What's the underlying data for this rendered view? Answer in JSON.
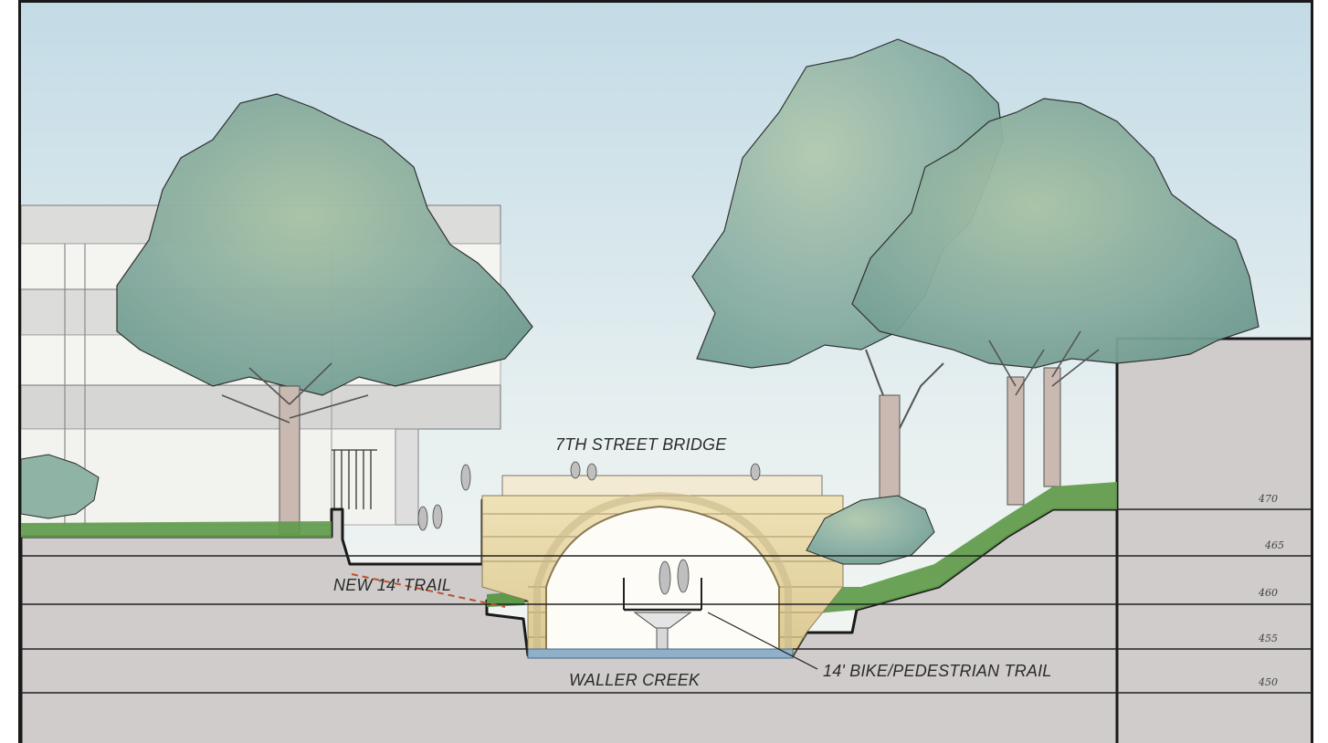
{
  "labels": {
    "bridge": "7TH STREET BRIDGE",
    "new_trail": "NEW 14' TRAIL",
    "creek": "WALLER CREEK",
    "bike_trail": "14' BIKE/PEDESTRIAN TRAIL"
  },
  "elevations": [
    "470",
    "465",
    "460",
    "455",
    "450"
  ],
  "colors": {
    "sky_top": "#c6dde7",
    "sky_bottom": "#f6f8f4",
    "ground": "#cfcccb",
    "foliage": "#8fb4a6",
    "foliage_dark": "#6f9c8e",
    "stone": "#e8d9a8",
    "grass": "#5e9a4a",
    "water": "#8fb0c6",
    "trail_dashed": "#c0512a"
  }
}
